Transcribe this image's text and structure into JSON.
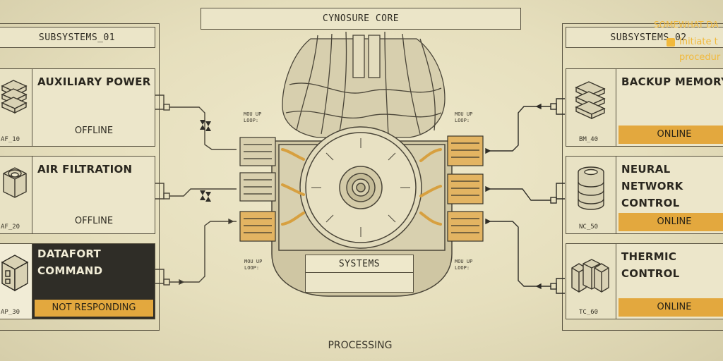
{
  "core": {
    "title": "CYNOSURE CORE",
    "systems_label": "SYSTEMS",
    "processing_label": "PROCESSING"
  },
  "left": {
    "header": "SUBSYSTEMS_01",
    "cards": [
      {
        "title": "AUXILIARY POWER",
        "code": "AF_10",
        "status": "OFFLINE",
        "icon": "stacked-layers-icon"
      },
      {
        "title": "AIR FILTRATION",
        "code": "AF_20",
        "status": "OFFLINE",
        "icon": "filter-cylinder-icon"
      },
      {
        "title": "DATAFORT COMMAND",
        "code": "AP_30",
        "status": "NOT RESPONDING",
        "icon": "datafort-box-icon"
      }
    ]
  },
  "right": {
    "header": "SUBSYSTEMS_02",
    "cards": [
      {
        "title": "BACKUP MEMORY",
        "code": "BM_40",
        "status": "ONLINE",
        "icon": "memory-stack-icon"
      },
      {
        "title": "NEURAL NETWORK CONTROL",
        "code": "NC_50",
        "status": "ONLINE",
        "icon": "neural-coil-icon"
      },
      {
        "title": "THERMIC CONTROL",
        "code": "TC_60",
        "status": "ONLINE",
        "icon": "thermic-units-icon"
      }
    ]
  },
  "connector_labels": {
    "loop": "MOU UP\nLOOP:"
  },
  "overlay": {
    "warning": "SOMEWHAT DA",
    "objective_line1": "Initiate t",
    "objective_line2": "procedur"
  },
  "colors": {
    "accent": "#e3a83e",
    "background": "#e9e3c4",
    "line": "#57513f",
    "overlay_text": "#f1b93c"
  }
}
